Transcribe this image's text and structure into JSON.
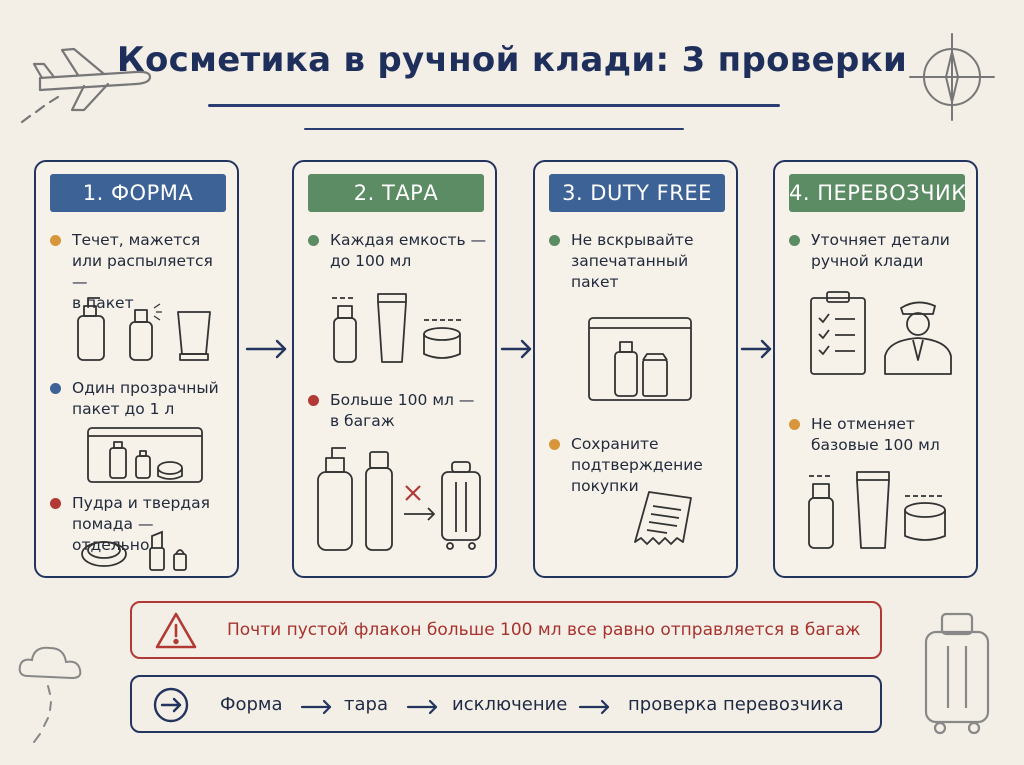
{
  "title": "Косметика в ручной клади: 3 проверки",
  "icons": {
    "plane": "airplane-icon",
    "compass": "compass-icon",
    "cloud": "cloud-icon",
    "suitcase": "suitcase-icon"
  },
  "colors": {
    "navy": "#23355f",
    "blue": "#3c6296",
    "green": "#5b8c63",
    "orange": "#d8963a",
    "red": "#b23a36",
    "background": "#f3efe6"
  },
  "cards": [
    {
      "header": "1. ФОРМА",
      "header_color": "blue",
      "items": [
        {
          "dot": "orange",
          "text": "Течет, мажется\nили распыляется —\nв пакет"
        },
        {
          "dot": "blue",
          "text": "Один прозрачный\nпакет до 1 л"
        },
        {
          "dot": "red",
          "text": "Пудра и твердая\nпомада — отдельно"
        }
      ]
    },
    {
      "header": "2. ТАРА",
      "header_color": "green",
      "items": [
        {
          "dot": "green",
          "text": "Каждая емкость —\nдо 100 мл"
        },
        {
          "dot": "red",
          "text": "Больше 100 мл —\nв багаж"
        }
      ]
    },
    {
      "header": "3. DUTY FREE",
      "header_color": "blue",
      "items": [
        {
          "dot": "green",
          "text": "Не вскрывайте\nзапечатанный\nпакет"
        },
        {
          "dot": "orange",
          "text": "Сохраните\nподтверждение\nпокупки"
        }
      ]
    },
    {
      "header": "4. ПЕРЕВОЗЧИК",
      "header_color": "green",
      "items": [
        {
          "dot": "green",
          "text": "Уточняет детали\nручной клади"
        },
        {
          "dot": "orange",
          "text": "Не отменяет\nбазовые 100 мл"
        }
      ]
    }
  ],
  "warning": {
    "icon": "warning-triangle-icon",
    "text": "Почти пустой флакон больше 100 мл все равно отправляется в багаж"
  },
  "flow": {
    "icon": "arrow-circle-icon",
    "steps": [
      "Форма",
      "тара",
      "исключение",
      "проверка перевозчика"
    ]
  }
}
